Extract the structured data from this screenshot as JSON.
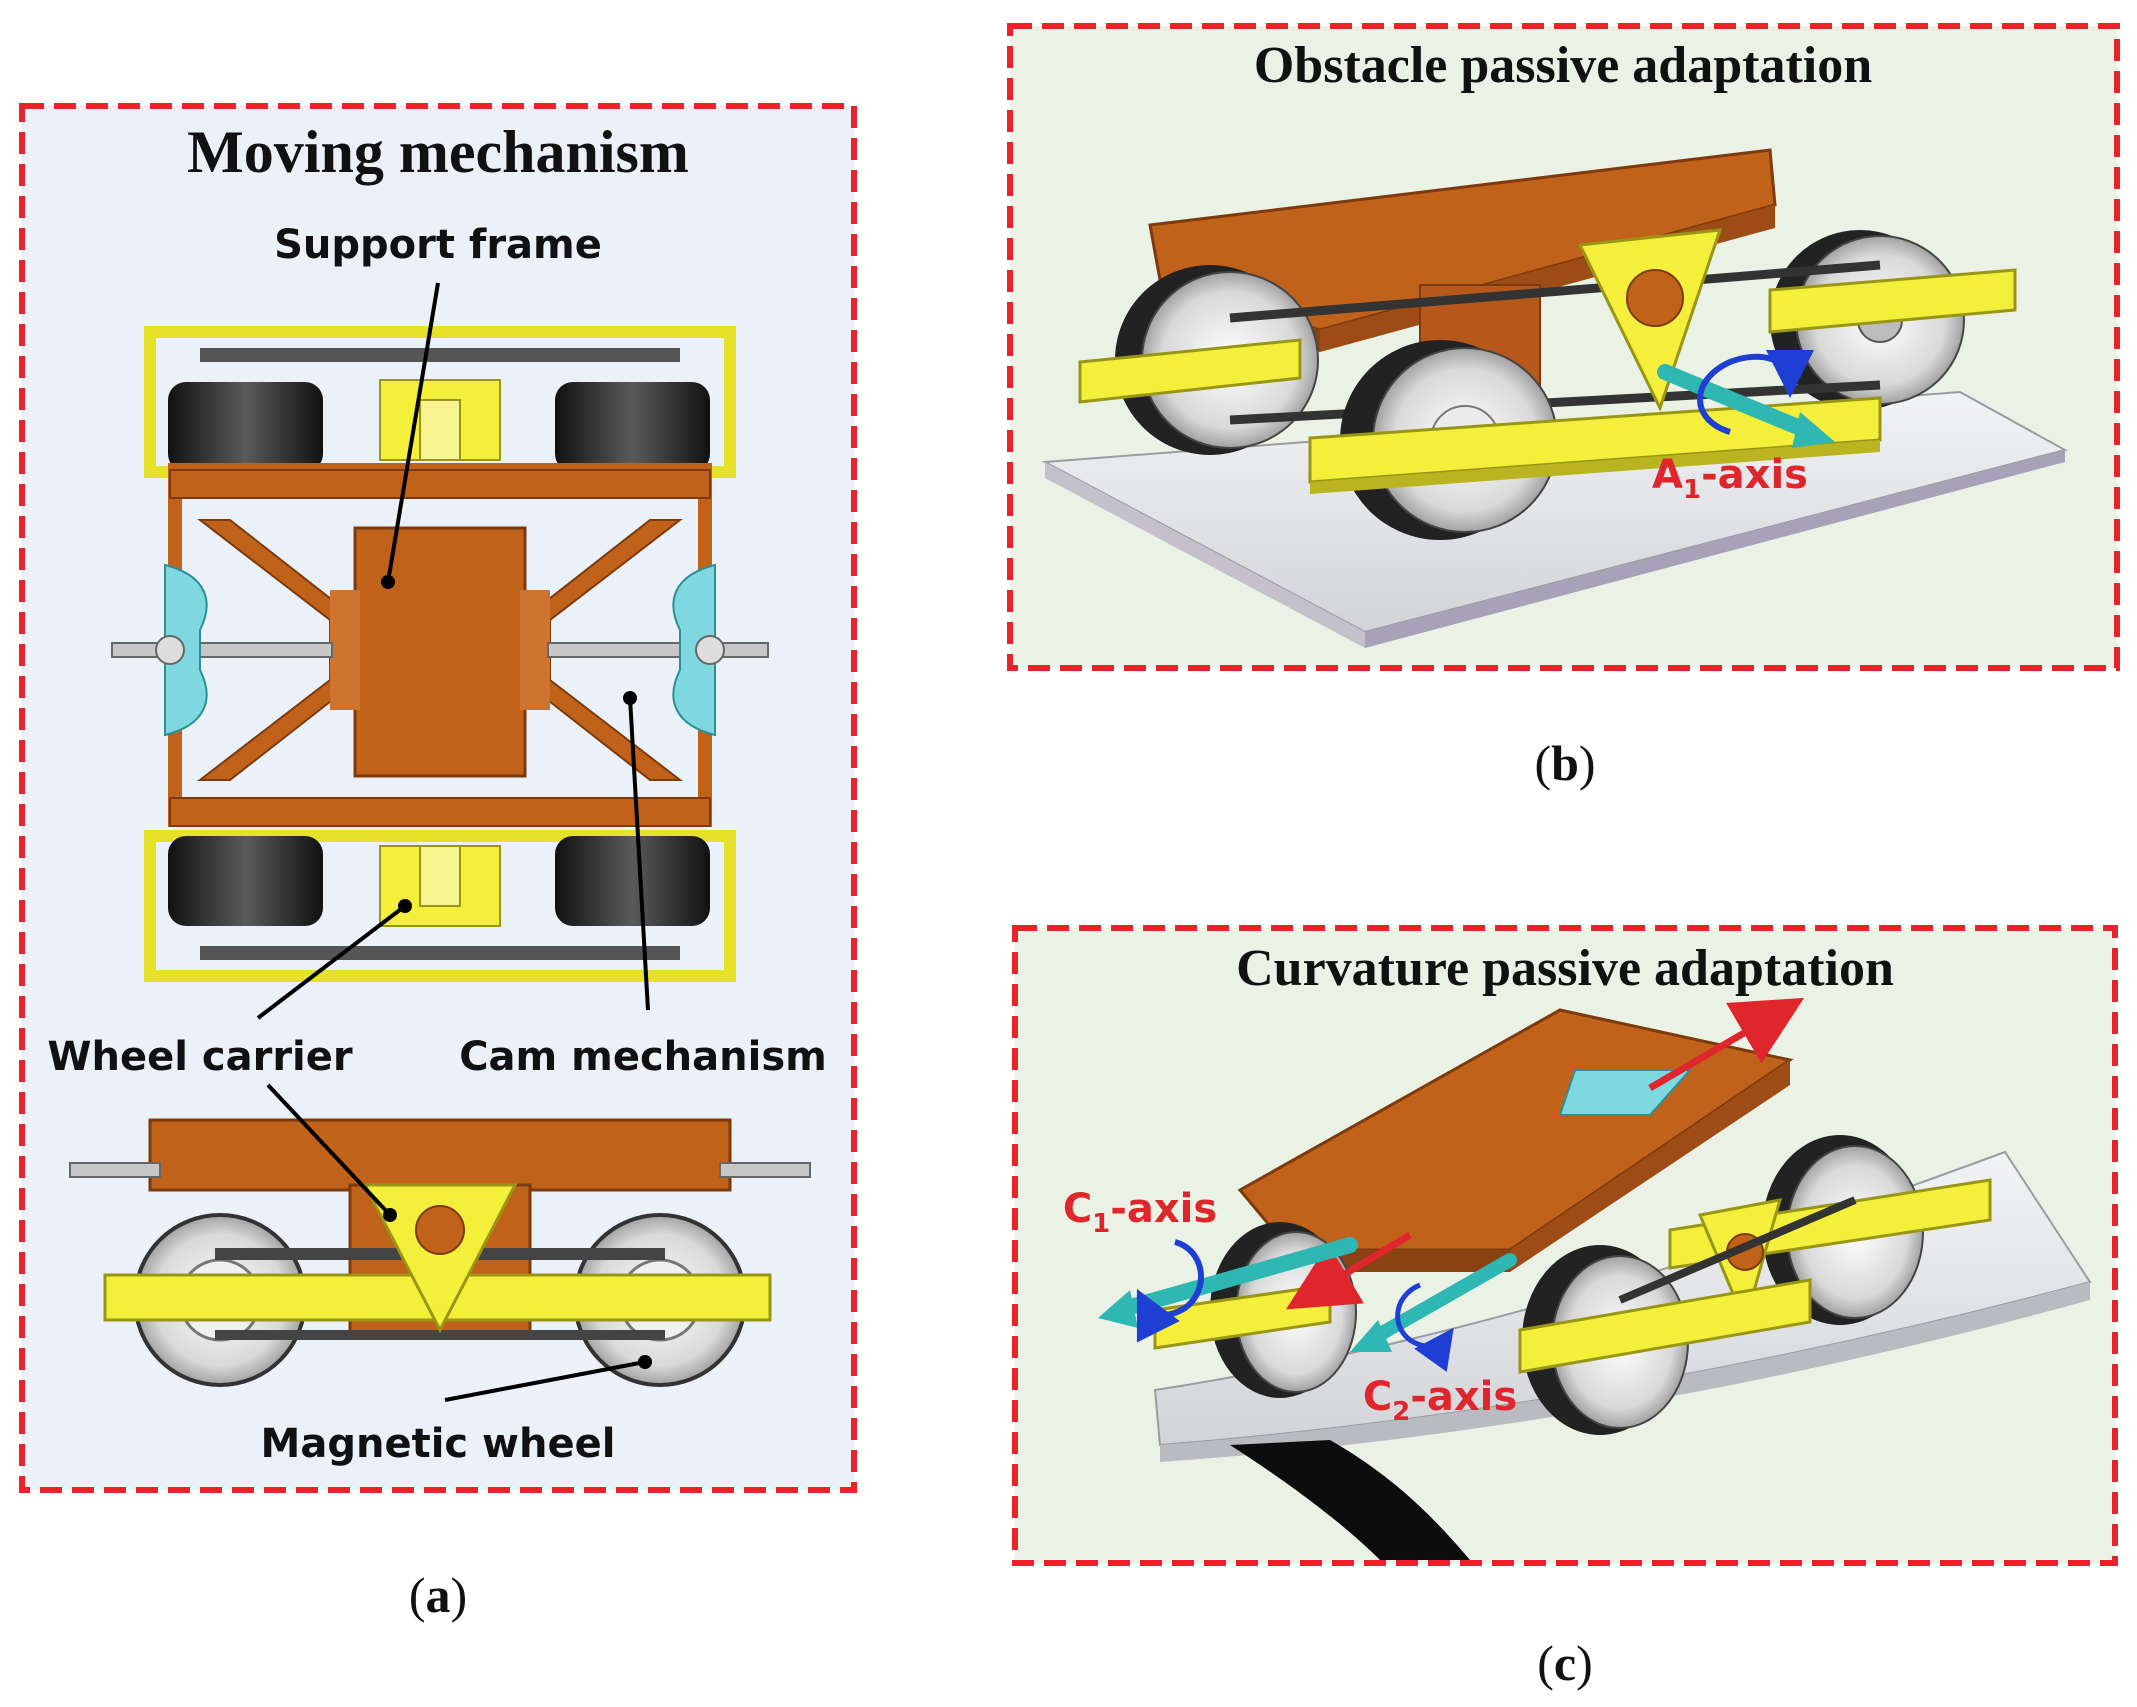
{
  "colors": {
    "frame_dash": "#e8232a",
    "panel_a_bg": "#eaf1f8",
    "panel_bc_bg": "#eaf2e6",
    "copper": "#c0621a",
    "copper_dark": "#7d3a0c",
    "yellow": "#f3ef3a",
    "yellow_dark": "#9a9514",
    "cyan": "#7fd8e0",
    "teal": "#2fb7b4",
    "wheel_dark": "#262626",
    "axis_red": "#e0262d",
    "axis_blue": "#1f3fd4",
    "plate": "#e4e6ea"
  },
  "panel_a": {
    "title": "Moving mechanism",
    "label_support_frame": "Support frame",
    "label_wheel_carrier": "Wheel carrier",
    "label_cam_mechanism": "Cam mechanism",
    "label_magnetic_wheel": "Magnetic wheel",
    "caption_open": "(",
    "caption_letter": "a",
    "caption_close": ")"
  },
  "panel_b": {
    "title": "Obstacle passive adaptation",
    "axis_letter": "A",
    "axis_sub": "1",
    "axis_suffix": "-axis",
    "caption_open": "(",
    "caption_letter": "b",
    "caption_close": ")"
  },
  "panel_c": {
    "title": "Curvature passive adaptation",
    "axis1_letter": "C",
    "axis1_sub": "1",
    "axis1_suffix": "-axis",
    "axis2_letter": "C",
    "axis2_sub": "2",
    "axis2_suffix": "-axis",
    "caption_open": "(",
    "caption_letter": "c",
    "caption_close": ")"
  }
}
